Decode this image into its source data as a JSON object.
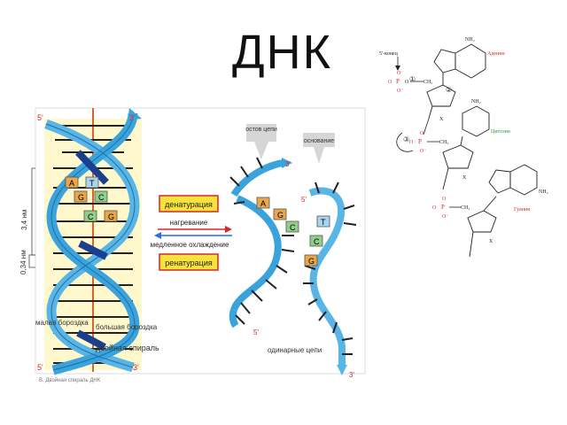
{
  "title": "ДНК",
  "helix": {
    "end_5_top": "5'",
    "end_3_top": "3'",
    "end_5_bottom": "5'",
    "end_3_bottom": "3'",
    "pitch_label": "3,4 нм",
    "step_label": "0,34 нм",
    "minor_groove": "малая бороздка",
    "major_groove": "большая бороздка",
    "double_helix": "двойная спираль",
    "caption": "В. Двойная спираль ДНК",
    "pairs": [
      {
        "a": "A",
        "b": "T"
      },
      {
        "a": "G",
        "b": "C"
      },
      {
        "a": "C",
        "b": "G"
      }
    ]
  },
  "process": {
    "denaturation": "денатурация",
    "heating": "нагревание",
    "slow_cooling": "медленное охлаждение",
    "renaturation": "ренатурация"
  },
  "single": {
    "backbone": "остов цепи",
    "base": "основание",
    "end_3_a": "3'",
    "end_5_a": "5'",
    "end_5_b": "5'",
    "end_3_b": "3'",
    "caption": "одинарные цепи",
    "bases_left": [
      "A",
      "G",
      "C"
    ],
    "bases_right": [
      "T",
      "C",
      "G"
    ]
  },
  "chem": {
    "five_end": "5'-конец",
    "adenine": "Аденин",
    "cytosine": "Цитозин",
    "guanine": "Гуанин",
    "nh2": "NH₂",
    "o": "O",
    "o_minus": "O⁻",
    "p": "P",
    "ch2": "CH₂",
    "x": "X",
    "circle1": "①",
    "circle2": "②",
    "circle3": "③"
  }
}
